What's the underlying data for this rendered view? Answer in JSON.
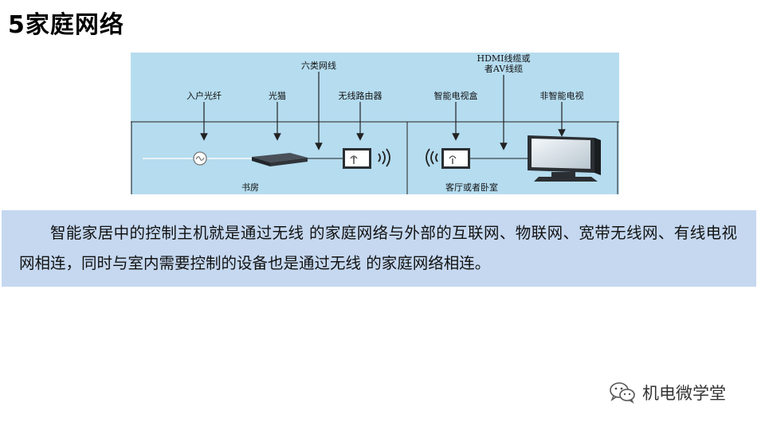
{
  "slide": {
    "title": "5家庭网络"
  },
  "diagram": {
    "labels": {
      "entry_fiber": "入户光纤",
      "optical_modem": "光猫",
      "cat6_cable": "六类网线",
      "wireless_router": "无线路由器",
      "hdmi_line1": "HDMI线缆或",
      "hdmi_line2": "者AV线缆",
      "smart_tv_box": "智能电视盒",
      "non_smart_tv": "非智能电视"
    },
    "rooms": {
      "study": "书房",
      "living_or_bedroom": "客厅或者卧室"
    },
    "colors": {
      "background": "#b5dcef",
      "line": "#222222"
    }
  },
  "description": {
    "text": "智能家居中的控制主机就是通过无线 的家庭网络与外部的互联网、物联网、宽带无线网、有线电视网相连，同时与室内需要控制的设备也是通过无线 的家庭网络相连。",
    "background": "#c5d8f0"
  },
  "watermark": {
    "text": "机电微学堂",
    "icon": "wechat-icon"
  }
}
